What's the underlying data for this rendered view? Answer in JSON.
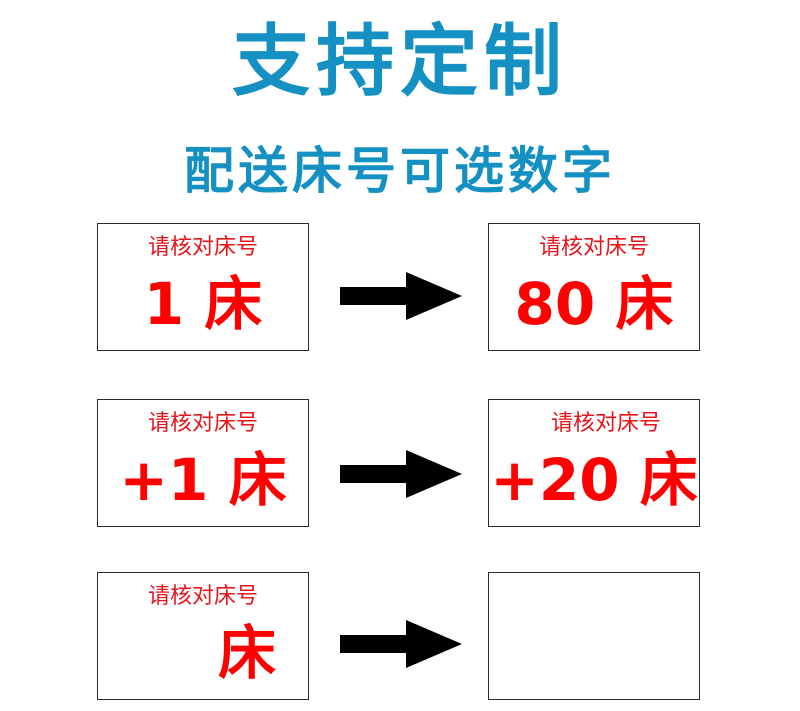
{
  "header": {
    "title": "支持定制",
    "subtitle": "配送床号可选数字"
  },
  "colors": {
    "heading": "#1590c2",
    "label_red": "#ff0000",
    "border": "#2a2a2a",
    "arrow": "#000000"
  },
  "rows": [
    {
      "left": {
        "caption": "请核对床号",
        "value": "1 床"
      },
      "arrow_icon": "right-arrow-icon",
      "right": {
        "caption": "请核对床号",
        "value": "80 床"
      }
    },
    {
      "left": {
        "caption": "请核对床号",
        "value": "+1 床"
      },
      "arrow_icon": "right-arrow-icon",
      "right": {
        "caption": "请核对床号",
        "value": "+20 床"
      }
    },
    {
      "left": {
        "caption": "请核对床号",
        "value": "床"
      },
      "arrow_icon": "right-arrow-icon",
      "right": {
        "caption": "",
        "value": ""
      }
    }
  ]
}
